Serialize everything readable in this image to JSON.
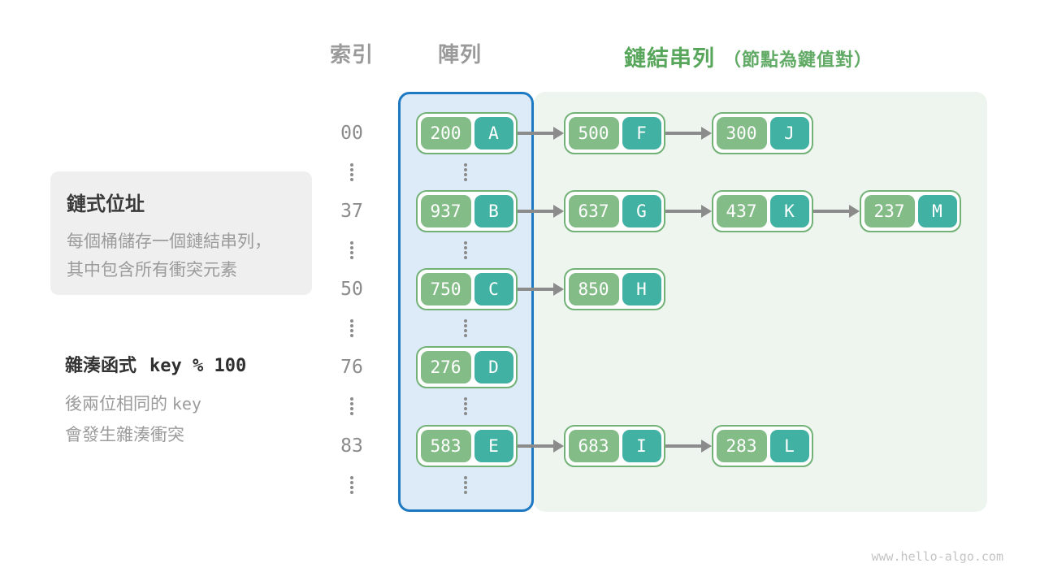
{
  "headers": {
    "index": "索引",
    "array": "陣列",
    "linked_list": "鏈結串列",
    "linked_list_note": "（節點為鍵值對）"
  },
  "info_box": {
    "title": "鏈式位址",
    "line1": "每個桶儲存一個鏈結串列，",
    "line2": "其中包含所有衝突元素"
  },
  "hash_note": {
    "title": "雜湊函式",
    "formula": "key % 100",
    "line1_text": "後兩位相同的",
    "line1_code": "key",
    "line2": "會發生雜湊衝突"
  },
  "rows": [
    {
      "index": "00",
      "nodes": [
        {
          "key": "200",
          "value": "A"
        },
        {
          "key": "500",
          "value": "F"
        },
        {
          "key": "300",
          "value": "J"
        }
      ]
    },
    {
      "index": "37",
      "nodes": [
        {
          "key": "937",
          "value": "B"
        },
        {
          "key": "637",
          "value": "G"
        },
        {
          "key": "437",
          "value": "K"
        },
        {
          "key": "237",
          "value": "M"
        }
      ]
    },
    {
      "index": "50",
      "nodes": [
        {
          "key": "750",
          "value": "C"
        },
        {
          "key": "850",
          "value": "H"
        }
      ]
    },
    {
      "index": "76",
      "nodes": [
        {
          "key": "276",
          "value": "D"
        }
      ]
    },
    {
      "index": "83",
      "nodes": [
        {
          "key": "583",
          "value": "E"
        },
        {
          "key": "683",
          "value": "I"
        },
        {
          "key": "283",
          "value": "L"
        }
      ]
    }
  ],
  "colors": {
    "key_cell": "#84bc88",
    "value_cell": "#41b1a4",
    "node_border": "#72b277",
    "array_panel_border": "#1d79c2",
    "array_panel_fill": "#dcebf7",
    "list_panel_fill": "#edf5ee",
    "header_gray": "#9a9a9a",
    "header_green": "#57a65b",
    "arrow_gray": "#8b8b8b",
    "info_box_bg": "#efefef"
  },
  "watermark": "www.hello-algo.com"
}
